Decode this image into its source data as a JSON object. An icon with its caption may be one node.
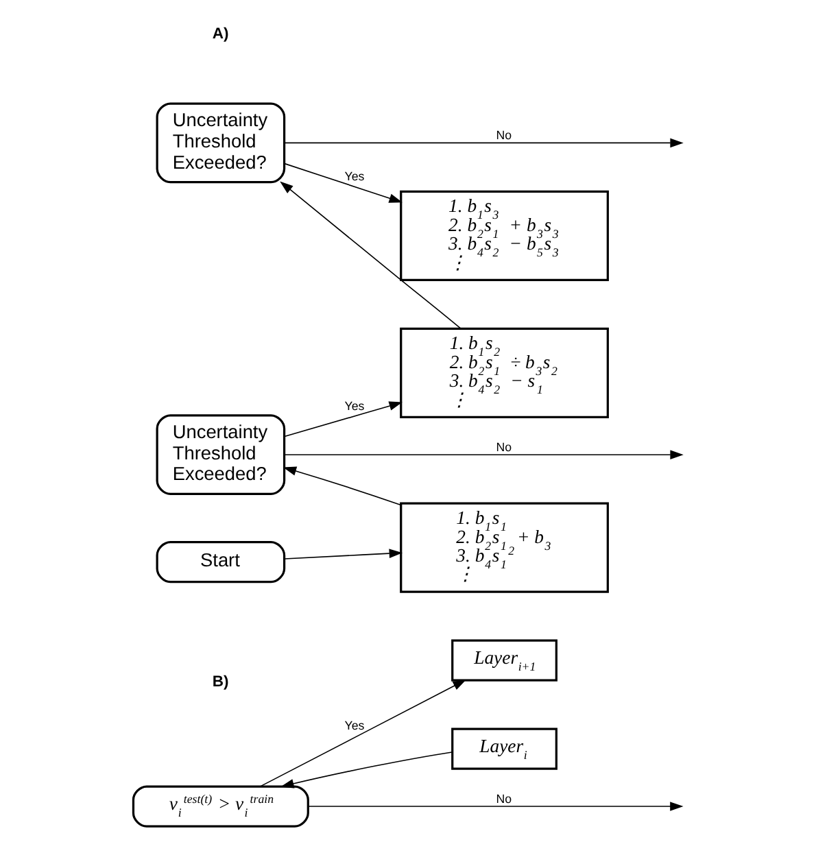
{
  "diagram": {
    "nodes": [
      {
        "text": [
          "Uncertainty Threshold Exceeded?"
        ]
      },
      {
        "text": [
          "1. b$_{1}$s$_{3}$",
          "2. b$_{2}$s$_{1}$ + b$_{3}$s$_{3}$",
          "3. b$_{4}$s$_{2}$ − b$_{5}$s$_{3}$",
          "⋮"
        ]
      },
      {
        "text": [
          "1. b$_{1}$s$_{2}$",
          "2. b$_{2}$s$_{1}$ ÷ b$_{3}$s$_{2}$",
          "3. b$_{4}$s$_{2}$ − s$_{1}$",
          "⋮"
        ]
      },
      {
        "text": [
          "Uncertainty Threshold Exceeded?"
        ]
      },
      {
        "text": [
          "1. b$_{1}$s$_{1}$",
          "2. b$_{2}$s$_{1}$ + b$_{3}$",
          "3. b$_{4}$s$_{1}$$^{2}$",
          "⋮"
        ]
      },
      {
        "text": [
          "Start"
        ]
      },
      {
        "text": [
          "v$_{i}$$^{test(t)}$ > v$_{i}$$^{train}$"
        ]
      },
      {
        "text": [
          "Layer$_{i+1}$"
        ]
      },
      {
        "text": [
          "Layer$_{i}$"
        ]
      }
    ],
    "edges": [
      {
        "from": 0,
        "to": 1,
        "arrow": "to",
        "label": "Yes"
      },
      {
        "from": 0,
        "to": null,
        "arrow": "to",
        "label": "No"
      },
      {
        "from": 2,
        "to": 0,
        "arrow": "to"
      },
      {
        "from": 3,
        "to": 2,
        "arrow": "to",
        "label": "Yes"
      },
      {
        "from": 3,
        "to": null,
        "arrow": "to",
        "label": "No"
      },
      {
        "from": 4,
        "to": 3,
        "arrow": "to"
      },
      {
        "from": 5,
        "to": 4,
        "arrow": "to"
      },
      {
        "from": 6,
        "to": 7,
        "arrow": "to",
        "label": "Yes"
      },
      {
        "from": 6,
        "to": null,
        "arrow": "to",
        "label": "No"
      },
      {
        "from": 8,
        "to": 6,
        "arrow": "to"
      }
    ],
    "labels": [
      "A)",
      "B)"
    ]
  }
}
